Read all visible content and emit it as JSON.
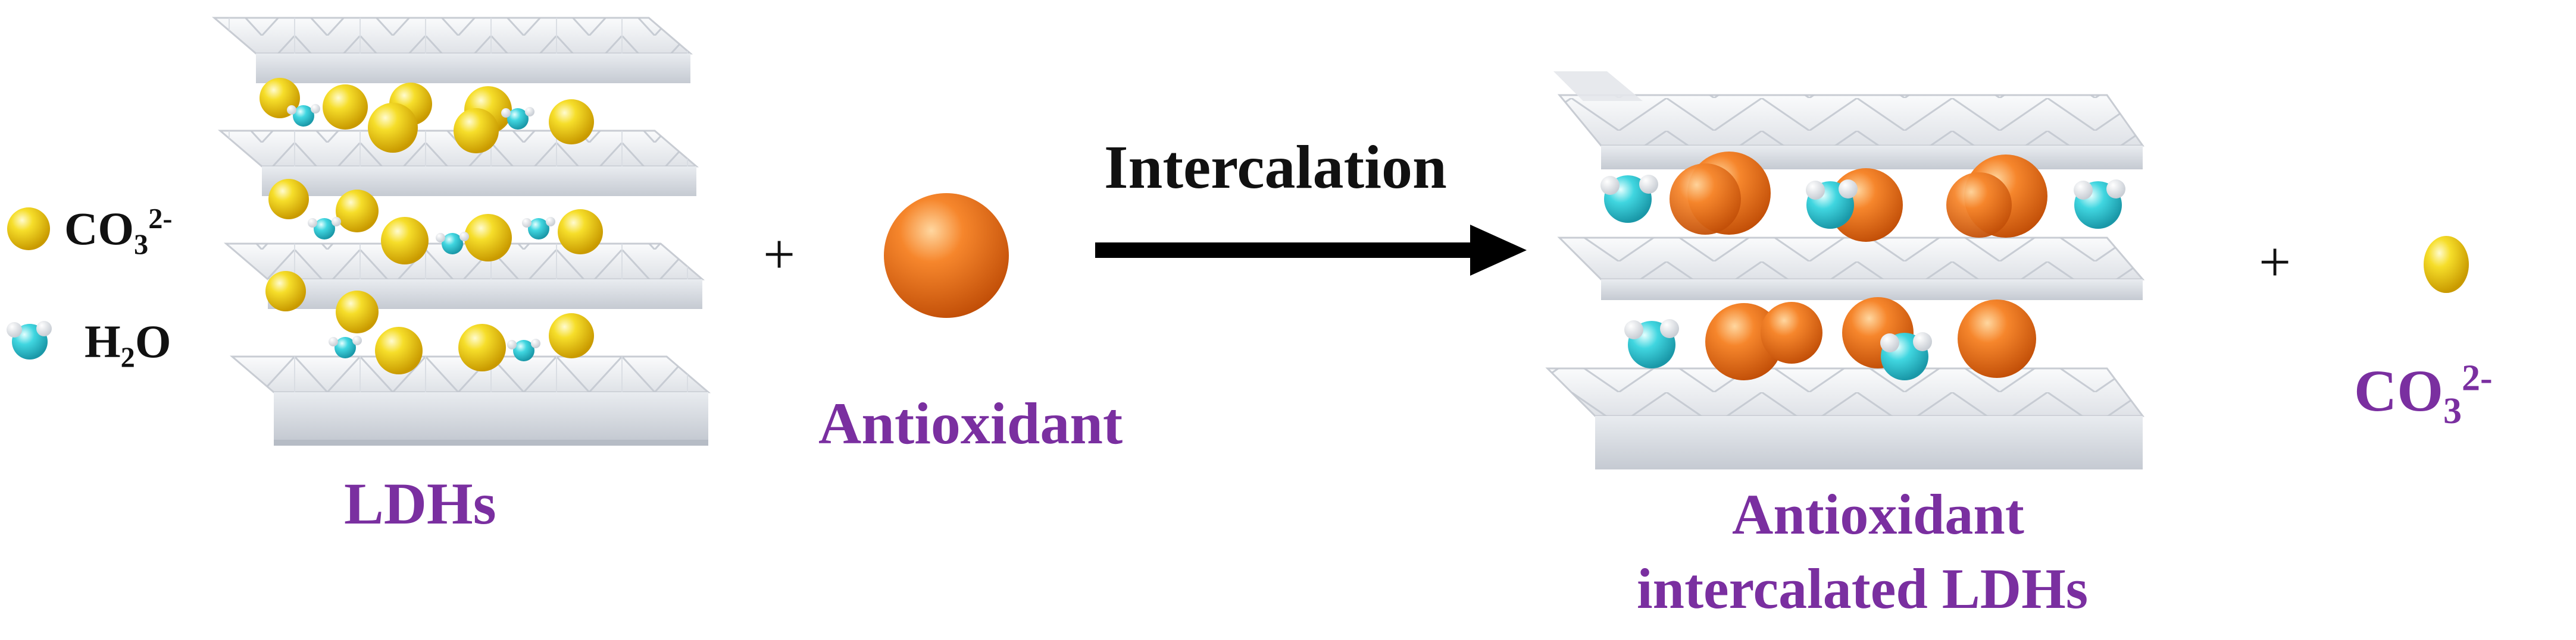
{
  "colors": {
    "label_purple": "#7a2fa0",
    "carbonate_yellow": "#f2d21a",
    "water_cyan": "#35cdd9",
    "antioxidant_orange": "#f07a22",
    "layer_gray": "#e6e8ec",
    "arrow_black": "#000000"
  },
  "legend": {
    "carbonate": {
      "base": "CO",
      "sub": "3",
      "sup": "2-"
    },
    "water": {
      "pre": "H",
      "sub": "2",
      "post": "O"
    }
  },
  "reactant_1": {
    "label": "LDHs"
  },
  "plus_1": "+",
  "reactant_2": {
    "label": "Antioxidant"
  },
  "arrow": {
    "label": "Intercalation"
  },
  "product_1": {
    "label_line1": "Antioxidant",
    "label_line2": "intercalated LDHs"
  },
  "plus_2": "+",
  "product_2": {
    "base": "CO",
    "sub": "3",
    "sup": "2-"
  }
}
